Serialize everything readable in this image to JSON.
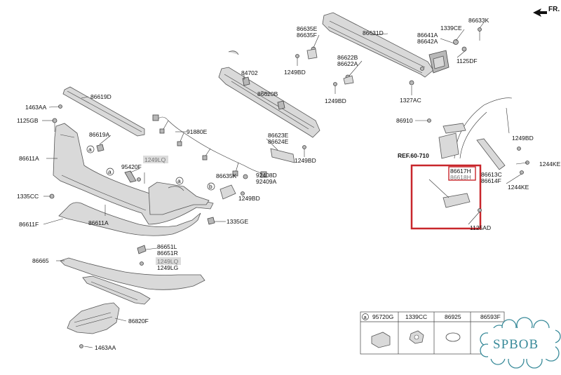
{
  "direction_label": "FR.",
  "ref_label": "REF.60-710",
  "circle_markers": [
    "a",
    "b"
  ],
  "parts": {
    "p86631D": "86631D",
    "p86633K": "86633K",
    "p86635E": "86635E",
    "p86635F": "86635F",
    "p1339CE": "1339CE",
    "p86641A": "86641A",
    "p86642A": "86642A",
    "p1125DF": "1125DF",
    "p86622B": "86622B",
    "p86622A": "86622A",
    "p1249BD_a": "1249BD",
    "p1249BD_b": "1249BD",
    "p1327AC": "1327AC",
    "p84702": "84702",
    "p86620B": "86620B",
    "p86619D": "86619D",
    "p1463AA_top": "1463AA",
    "p1125GB": "1125GB",
    "p86619A": "86619A",
    "p91880E": "91880E",
    "p86623E": "86623E",
    "p86624E": "86624E",
    "p1249BD_c": "1249BD",
    "p86910": "86910",
    "p1249BD_d": "1249BD",
    "p1244KE_a": "1244KE",
    "p1244KE_b": "1244KE",
    "p86611A_a": "86611A",
    "p95420F": "95420F",
    "p1249LQ_a": "1249LQ",
    "p86635K": "86635K",
    "p92408D": "92408D",
    "p92409A": "92409A",
    "p1249BD_e": "1249BD",
    "p86617H": "86617H",
    "p86618H": "86618H",
    "p86613C": "86613C",
    "p86614F": "86614F",
    "p1125AD": "1125AD",
    "p1335CC": "1335CC",
    "p86611A_b": "86611A",
    "p1335GE": "1335GE",
    "p86611F": "86611F",
    "p86651L": "86651L",
    "p86651R": "86651R",
    "p86665": "86665",
    "p1249LQ_b": "1249LQ",
    "p1249LG": "1249LG",
    "p86820F": "86820F",
    "p1463AA_bottom": "1463AA"
  },
  "legend_table": {
    "marker": "a",
    "headers": [
      "95720G",
      "1339CC",
      "86925",
      "86593F"
    ]
  },
  "watermark": "SPBOB",
  "colors": {
    "highlight": "#c8262b",
    "watermark": "#3a8b9a",
    "part_fill": "#d9d9d9"
  }
}
